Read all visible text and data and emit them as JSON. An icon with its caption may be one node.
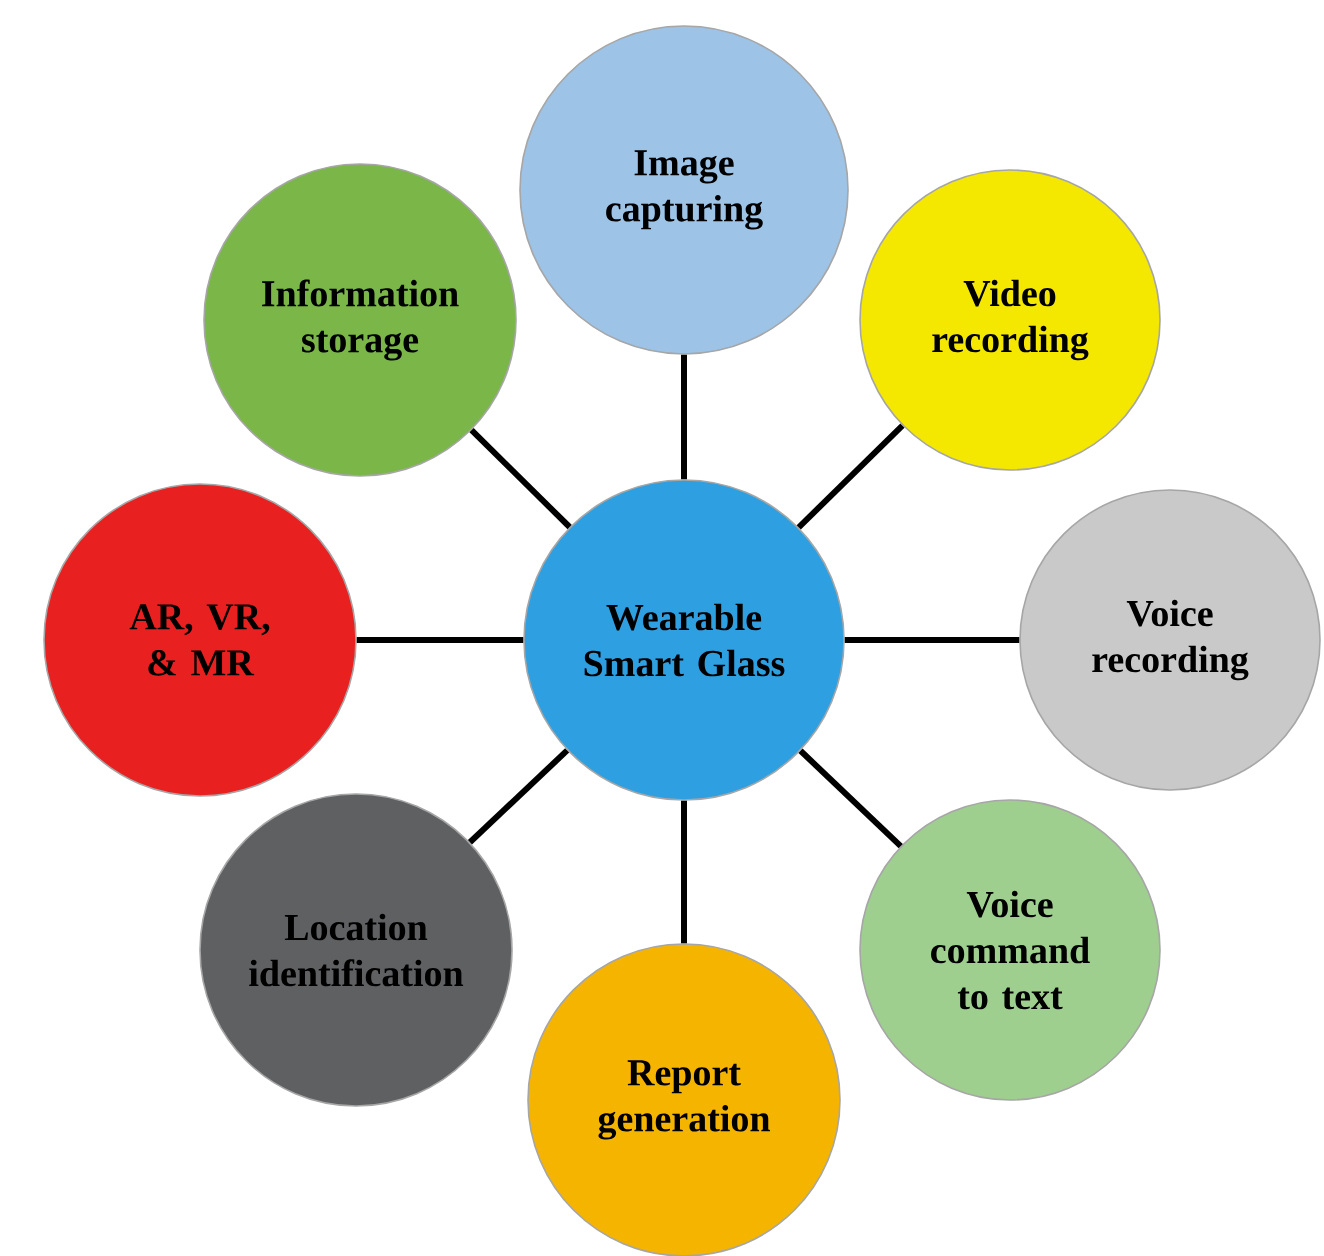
{
  "diagram": {
    "nodes": [
      {
        "text": [
          "Wearable Smart Glass"
        ]
      },
      {
        "text": [
          "Image capturing"
        ]
      },
      {
        "text": [
          "Video recording"
        ]
      },
      {
        "text": [
          "Voice recording"
        ]
      },
      {
        "text": [
          "Voice command to text"
        ]
      },
      {
        "text": [
          "Report generation"
        ]
      },
      {
        "text": [
          "Location identification"
        ]
      },
      {
        "text": [
          "AR, VR, & MR"
        ]
      },
      {
        "text": [
          "Information storage"
        ]
      }
    ],
    "edges": [
      {
        "from": 0,
        "to": 1,
        "arrow": "none"
      },
      {
        "from": 0,
        "to": 2,
        "arrow": "none"
      },
      {
        "from": 0,
        "to": 3,
        "arrow": "none"
      },
      {
        "from": 0,
        "to": 4,
        "arrow": "none"
      },
      {
        "from": 0,
        "to": 5,
        "arrow": "none"
      },
      {
        "from": 0,
        "to": 6,
        "arrow": "none"
      },
      {
        "from": 0,
        "to": 7,
        "arrow": "none"
      },
      {
        "from": 0,
        "to": 8,
        "arrow": "none"
      }
    ]
  }
}
